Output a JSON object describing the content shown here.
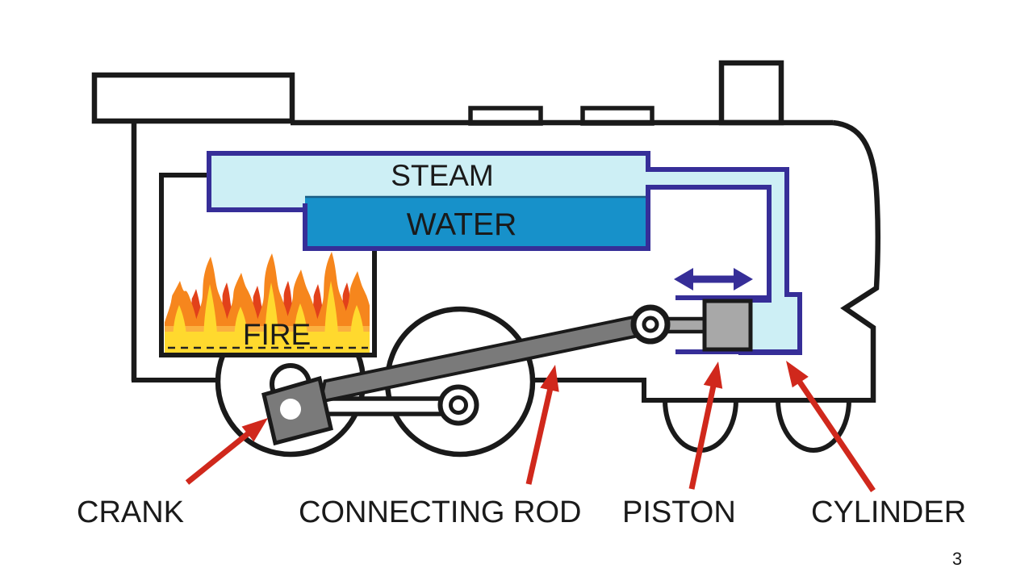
{
  "page": {
    "page_number": "3",
    "background_color": "#FFFFFF"
  },
  "diagram": {
    "boiler": {
      "steam_label": "STEAM",
      "water_label": "WATER"
    },
    "firebox": {
      "fire_label": "FIRE"
    },
    "labels": {
      "crank": "CRANK",
      "connecting_rod": "CONNECTING ROD",
      "piston": "PISTON",
      "cylinder": "CYLINDER"
    },
    "icons": {
      "piston_motion": "left-right-double-arrow"
    },
    "colors": {
      "outline_black": "#1A1A1A",
      "pipe_indigo": "#362E98",
      "steam_fill": "#CDEFF5",
      "water_fill": "#1791CA",
      "water_surface_line": "#1A5F86",
      "piston_gray": "#A8A8A8",
      "rod_gray": "#7A7A7A",
      "flame_orange": "#F6861D",
      "flame_red": "#E2411A",
      "flame_yellow": "#FFD92E",
      "flame_gold": "#FBB040",
      "arrow_red": "#D0281C",
      "page_number_gray": "#9A9A9A"
    }
  }
}
